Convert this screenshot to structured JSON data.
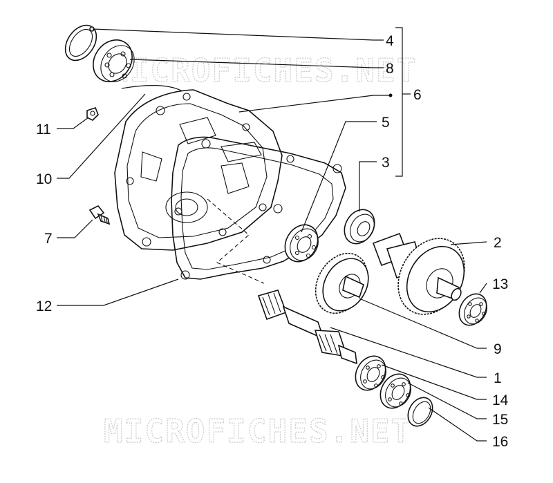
{
  "watermarks": [
    "MICROFICHES.NET",
    "MICROFICHES.NET"
  ],
  "callouts": [
    {
      "id": "4",
      "label": "4"
    },
    {
      "id": "8",
      "label": "8"
    },
    {
      "id": "6",
      "label": "6"
    },
    {
      "id": "5",
      "label": "5"
    },
    {
      "id": "11",
      "label": "11"
    },
    {
      "id": "3",
      "label": "3"
    },
    {
      "id": "10",
      "label": "10"
    },
    {
      "id": "7",
      "label": "7"
    },
    {
      "id": "2",
      "label": "2"
    },
    {
      "id": "13",
      "label": "13"
    },
    {
      "id": "12",
      "label": "12"
    },
    {
      "id": "9",
      "label": "9"
    },
    {
      "id": "1",
      "label": "1"
    },
    {
      "id": "14",
      "label": "14"
    },
    {
      "id": "15",
      "label": "15"
    },
    {
      "id": "16",
      "label": "16"
    }
  ]
}
